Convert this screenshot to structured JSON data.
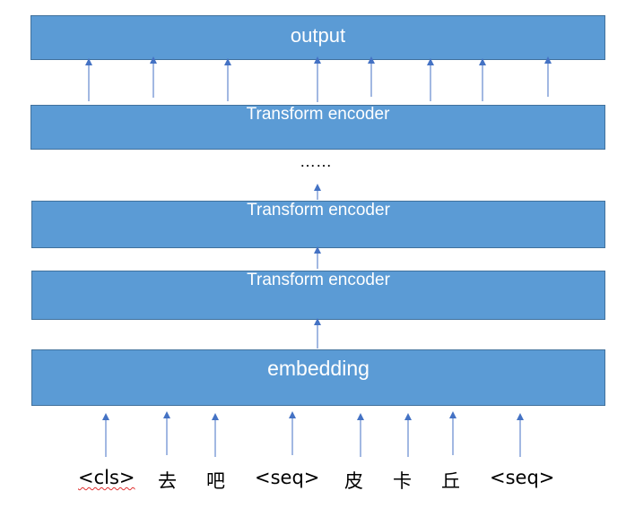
{
  "diagram": {
    "output_label": "output",
    "encoder_labels": [
      "Transform encoder",
      "Transform encoder",
      "Transform encoder"
    ],
    "ellipsis": "……",
    "embedding_label": "embedding",
    "tokens": [
      "<cls>",
      "去",
      "吧",
      "<seq>",
      "皮",
      "卡",
      "丘",
      "<seq>"
    ],
    "colors": {
      "box_fill": "#5b9bd5",
      "box_border": "#41719c",
      "arrow": "#4472c4",
      "text_on_box": "#ffffff"
    }
  }
}
